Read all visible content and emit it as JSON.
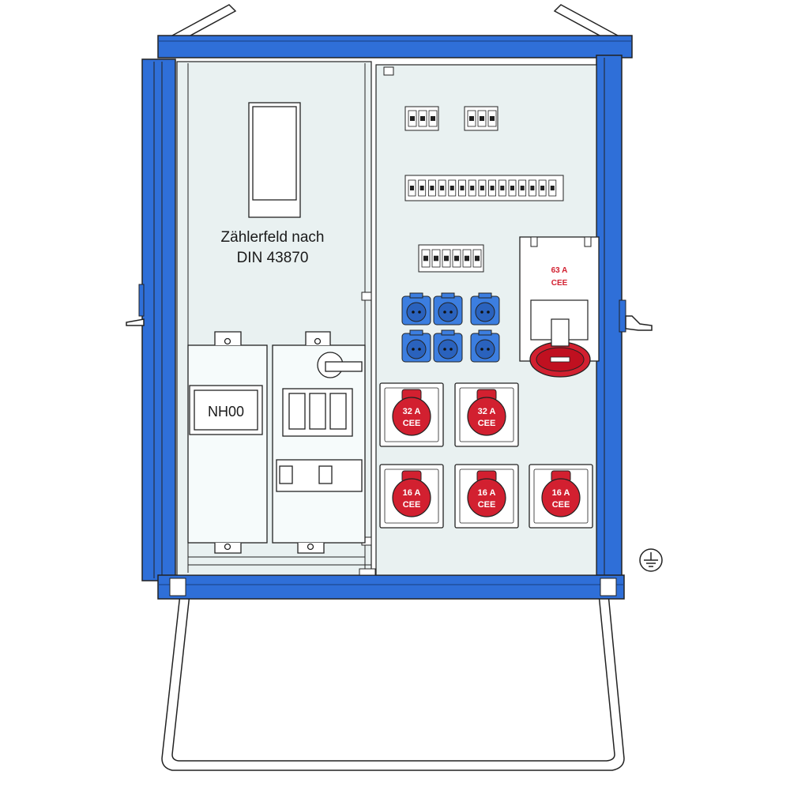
{
  "meter_panel": {
    "label_line1": "Zählerfeld nach",
    "label_line2": "DIN 43870"
  },
  "fuse_panel": {
    "label": "NH00"
  },
  "cee_large": {
    "amp": "63 A",
    "type": "CEE"
  },
  "cee_sockets": [
    {
      "amp": "32 A",
      "type": "CEE"
    },
    {
      "amp": "32 A",
      "type": "CEE"
    },
    {
      "amp": "16 A",
      "type": "CEE"
    },
    {
      "amp": "16 A",
      "type": "CEE"
    },
    {
      "amp": "16 A",
      "type": "CEE"
    }
  ],
  "colors": {
    "frame_blue": "#2f6fd8",
    "panel_bg": "#e9f1f1",
    "cee_red": "#d22030",
    "schuko_blue": "#3c7ee0",
    "outline": "#222222"
  },
  "icons": {
    "ground": "ground-symbol-icon"
  }
}
